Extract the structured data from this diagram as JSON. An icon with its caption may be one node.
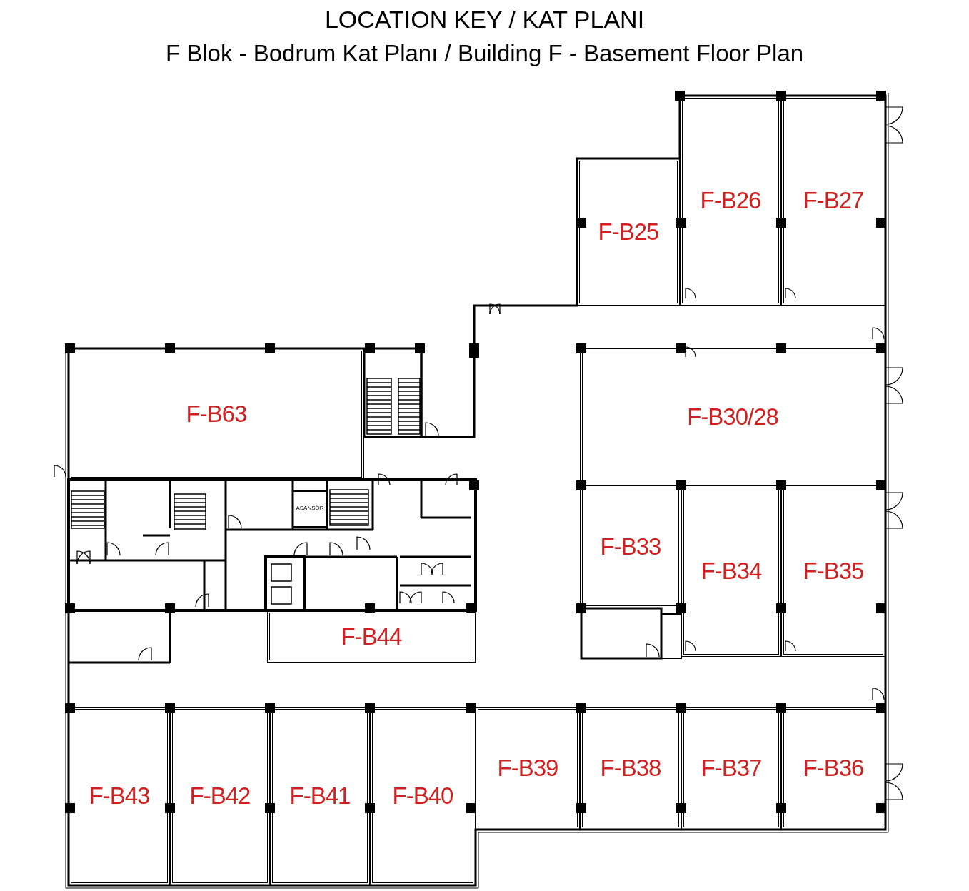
{
  "diagram": {
    "title": "LOCATION KEY / KAT PLANI",
    "nodes": [
      {
        "text": [
          "F-B26"
        ]
      },
      {
        "text": [
          "F-B27"
        ]
      },
      {
        "text": [
          "F-B25"
        ]
      },
      {
        "text": [
          "F-B63"
        ]
      },
      {
        "text": [
          "F-B30/28"
        ]
      },
      {
        "text": [
          "F-B33"
        ]
      },
      {
        "text": [
          "F-B34"
        ]
      },
      {
        "text": [
          "F-B35"
        ]
      },
      {
        "text": [
          "F-B44"
        ]
      },
      {
        "text": [
          "F-B39"
        ]
      },
      {
        "text": [
          "F-B38"
        ]
      },
      {
        "text": [
          "F-B37"
        ]
      },
      {
        "text": [
          "F-B36"
        ]
      },
      {
        "text": [
          "F-B43"
        ]
      },
      {
        "text": [
          "F-B42"
        ]
      },
      {
        "text": [
          "F-B41"
        ]
      },
      {
        "text": [
          "F-B40"
        ]
      }
    ],
    "labels": [
      "F Blok - Bodrum Kat Planı / Building F - Basement Floor Plan",
      "ASANSÖR"
    ]
  }
}
